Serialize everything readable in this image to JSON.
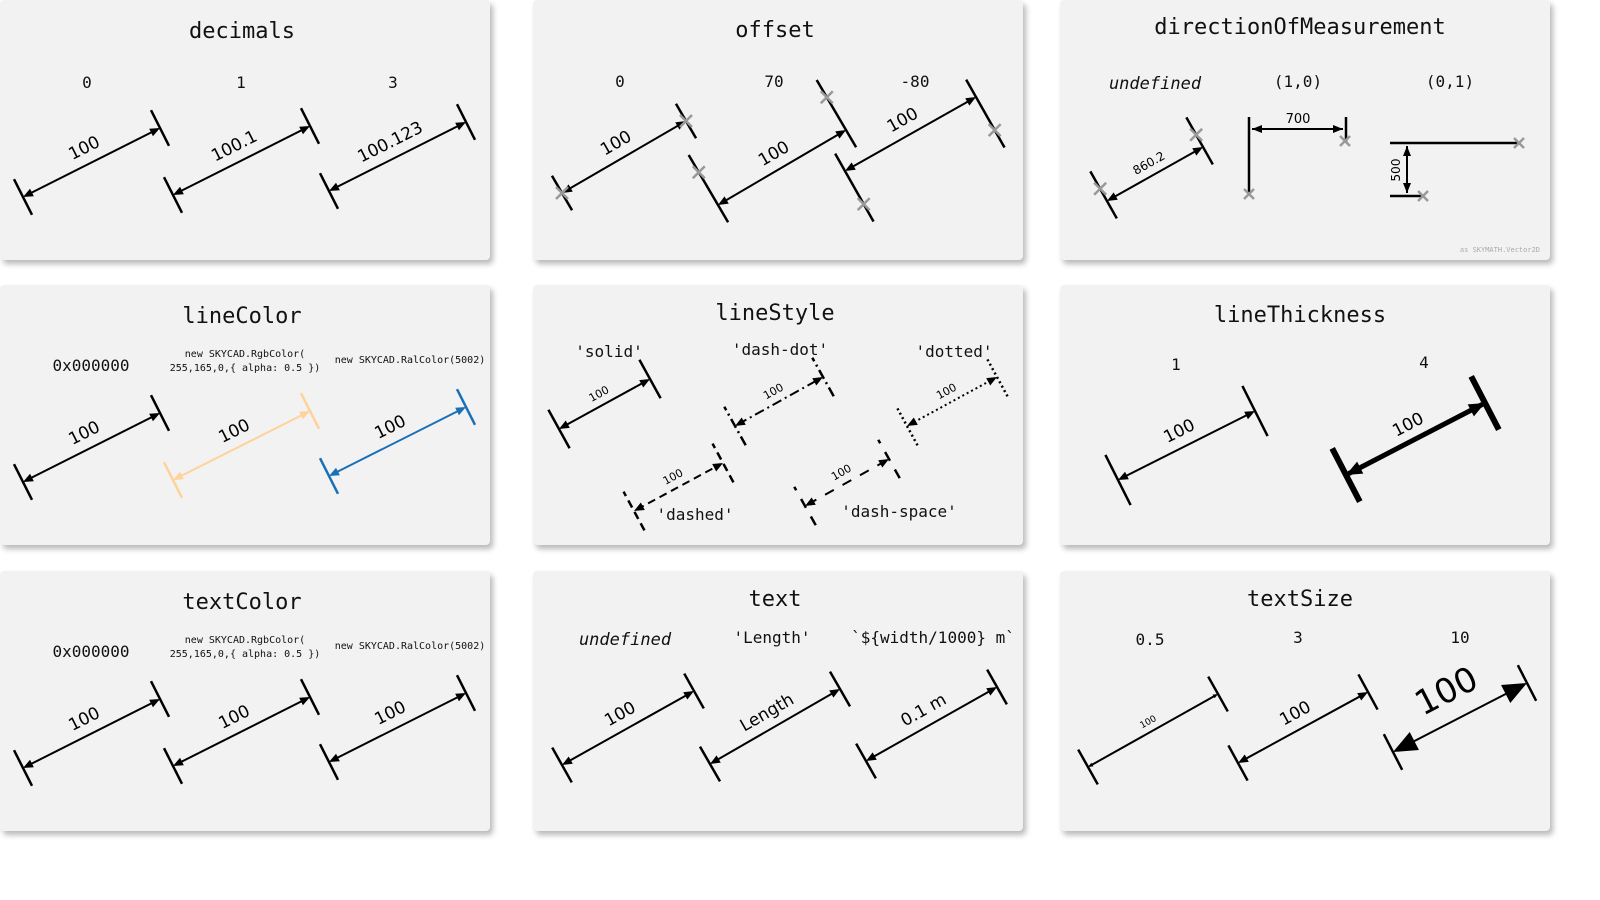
{
  "panels": {
    "decimals": {
      "title": "decimals",
      "labels": [
        "0",
        "1",
        "3"
      ],
      "values": [
        "100",
        "100.1",
        "100.123"
      ]
    },
    "offset": {
      "title": "offset",
      "labels": [
        "0",
        "70",
        "-80"
      ],
      "values": [
        "100",
        "100",
        "100"
      ]
    },
    "direction": {
      "title": "directionOfMeasurement",
      "labels": [
        "undefined",
        "(1,0)",
        "(0,1)"
      ],
      "values": [
        "860.2",
        "700",
        "500"
      ],
      "note": "as SKYMATH.Vector2D"
    },
    "lineColor": {
      "title": "lineColor",
      "labels": [
        "0x000000",
        "new SKYCAD.RgbColor(",
        "255,165,0,{ alpha: 0.5 })",
        "new SKYCAD.RalColor(5002)"
      ],
      "values": [
        "100",
        "100",
        "100"
      ],
      "colors": [
        "#000000",
        "#ffd29a",
        "#1a70b8"
      ]
    },
    "lineStyle": {
      "title": "lineStyle",
      "labels": [
        "'solid'",
        "'dash-dot'",
        "'dotted'",
        "'dashed'",
        "'dash-space'"
      ],
      "values": [
        "100",
        "100",
        "100",
        "100",
        "100"
      ]
    },
    "lineThickness": {
      "title": "lineThickness",
      "labels": [
        "1",
        "4"
      ],
      "values": [
        "100",
        "100"
      ]
    },
    "textColor": {
      "title": "textColor",
      "labels": [
        "0x000000",
        "new SKYCAD.RgbColor(",
        "255,165,0,{ alpha: 0.5 })",
        "new SKYCAD.RalColor(5002)"
      ],
      "values": [
        "100",
        "100",
        "100"
      ],
      "colors": [
        "#000000",
        "#ffd29a",
        "#1a70b8"
      ]
    },
    "text": {
      "title": "text",
      "labels": [
        "undefined",
        "'Length'",
        "`${width/1000} m`"
      ],
      "values": [
        "100",
        "Length",
        "0.1 m"
      ]
    },
    "textSize": {
      "title": "textSize",
      "labels": [
        "0.5",
        "3",
        "10"
      ],
      "values": [
        "100",
        "100",
        "100"
      ]
    }
  }
}
